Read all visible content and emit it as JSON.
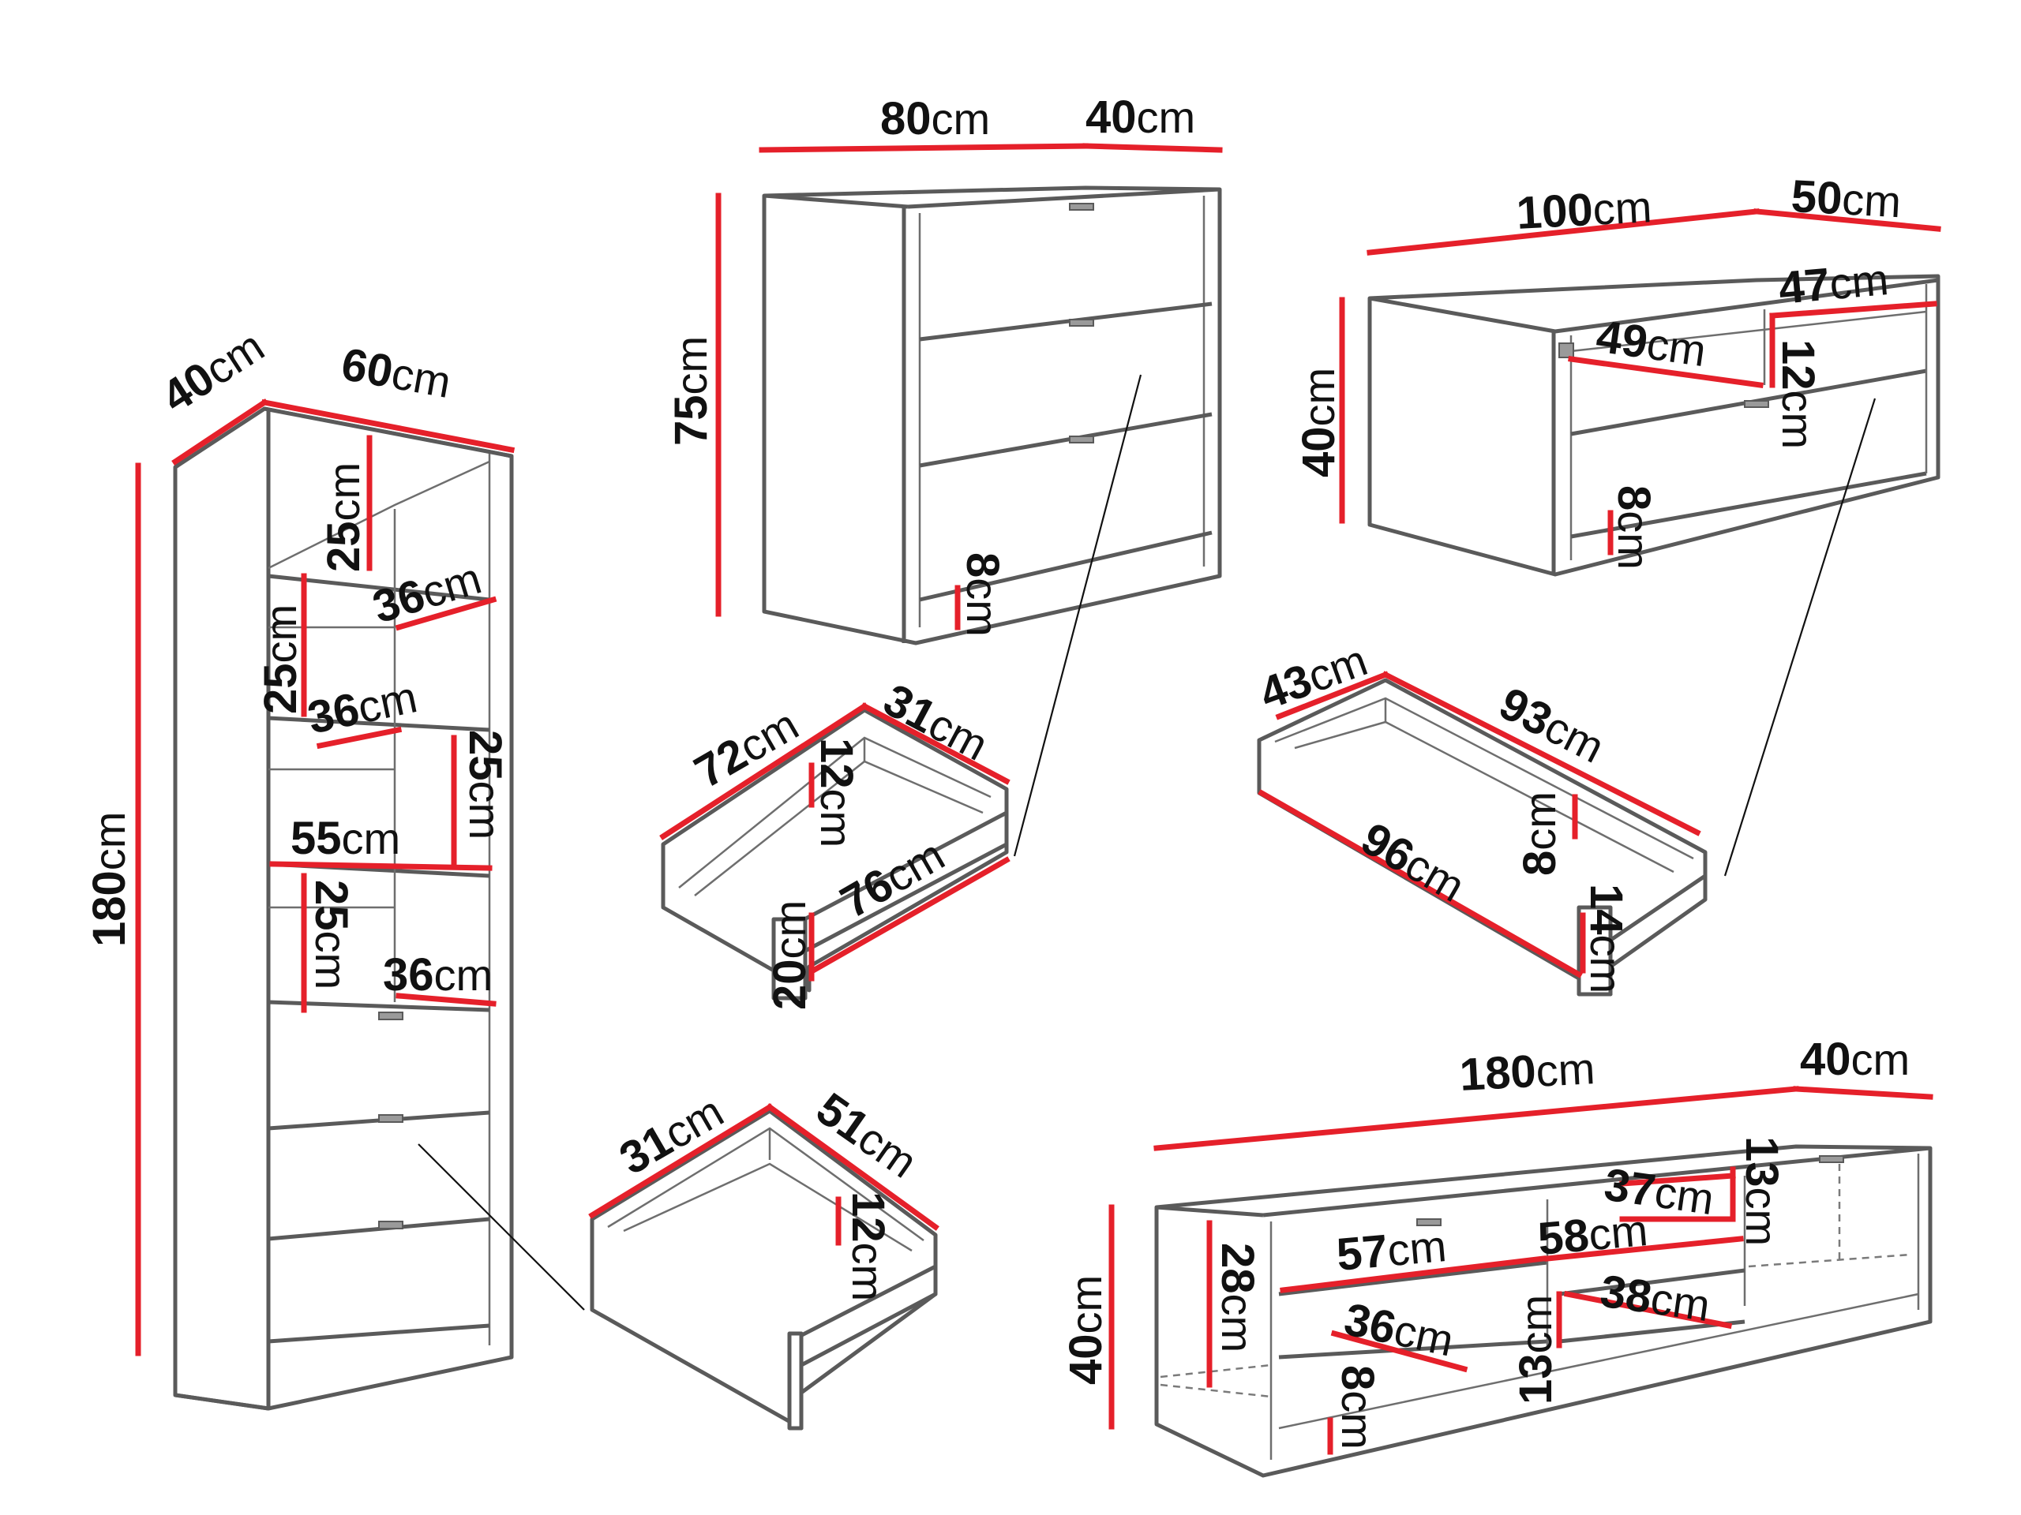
{
  "accent_color": "#e5202a",
  "line_color": "#5a5a5a",
  "bookcase": {
    "depth": {
      "num": "40",
      "unit": "cm"
    },
    "width": {
      "num": "60",
      "unit": "cm"
    },
    "height": {
      "num": "180",
      "unit": "cm"
    },
    "shelf_1_height": {
      "num": "25",
      "unit": "cm"
    },
    "shelf_1_depth": {
      "num": "36",
      "unit": "cm"
    },
    "shelf_2_height": {
      "num": "25",
      "unit": "cm"
    },
    "shelf_2_depth": {
      "num": "36",
      "unit": "cm"
    },
    "shelf_3_height": {
      "num": "25",
      "unit": "cm"
    },
    "shelf_width": {
      "num": "55",
      "unit": "cm"
    },
    "shelf_4_height": {
      "num": "25",
      "unit": "cm"
    },
    "shelf_4_depth": {
      "num": "36",
      "unit": "cm"
    }
  },
  "small_drawer": {
    "depth": {
      "num": "31",
      "unit": "cm"
    },
    "width": {
      "num": "51",
      "unit": "cm"
    },
    "height": {
      "num": "12",
      "unit": "cm"
    }
  },
  "dresser": {
    "width": {
      "num": "80",
      "unit": "cm"
    },
    "depth": {
      "num": "40",
      "unit": "cm"
    },
    "height": {
      "num": "75",
      "unit": "cm"
    },
    "plinth": {
      "num": "8",
      "unit": "cm"
    }
  },
  "dresser_drawer": {
    "depth": {
      "num": "72",
      "unit": "cm"
    },
    "width": {
      "num": "31",
      "unit": "cm"
    },
    "inner_height": {
      "num": "12",
      "unit": "cm"
    },
    "front_height": {
      "num": "20",
      "unit": "cm"
    },
    "front_width": {
      "num": "76",
      "unit": "cm"
    }
  },
  "coffee_table": {
    "width": {
      "num": "100",
      "unit": "cm"
    },
    "depth": {
      "num": "50",
      "unit": "cm"
    },
    "height": {
      "num": "40",
      "unit": "cm"
    },
    "inner_depth": {
      "num": "47",
      "unit": "cm"
    },
    "compartment_width": {
      "num": "49",
      "unit": "cm"
    },
    "compartment_height": {
      "num": "12",
      "unit": "cm"
    },
    "plinth": {
      "num": "8",
      "unit": "cm"
    }
  },
  "table_drawer": {
    "depth": {
      "num": "43",
      "unit": "cm"
    },
    "width": {
      "num": "93",
      "unit": "cm"
    },
    "inner_height": {
      "num": "8",
      "unit": "cm"
    },
    "front_width": {
      "num": "96",
      "unit": "cm"
    },
    "front_height": {
      "num": "14",
      "unit": "cm"
    }
  },
  "tv_stand": {
    "width": {
      "num": "180",
      "unit": "cm"
    },
    "depth": {
      "num": "40",
      "unit": "cm"
    },
    "height": {
      "num": "40",
      "unit": "cm"
    },
    "left_height": {
      "num": "28",
      "unit": "cm"
    },
    "top_shelf_width": {
      "num": "57",
      "unit": "cm"
    },
    "upper_depth": {
      "num": "37",
      "unit": "cm"
    },
    "upper_height": {
      "num": "13",
      "unit": "cm"
    },
    "middle_width": {
      "num": "58",
      "unit": "cm"
    },
    "lower_depth": {
      "num": "38",
      "unit": "cm"
    },
    "lower_height": {
      "num": "13",
      "unit": "cm"
    },
    "bottom_depth": {
      "num": "36",
      "unit": "cm"
    },
    "plinth": {
      "num": "8",
      "unit": "cm"
    }
  }
}
